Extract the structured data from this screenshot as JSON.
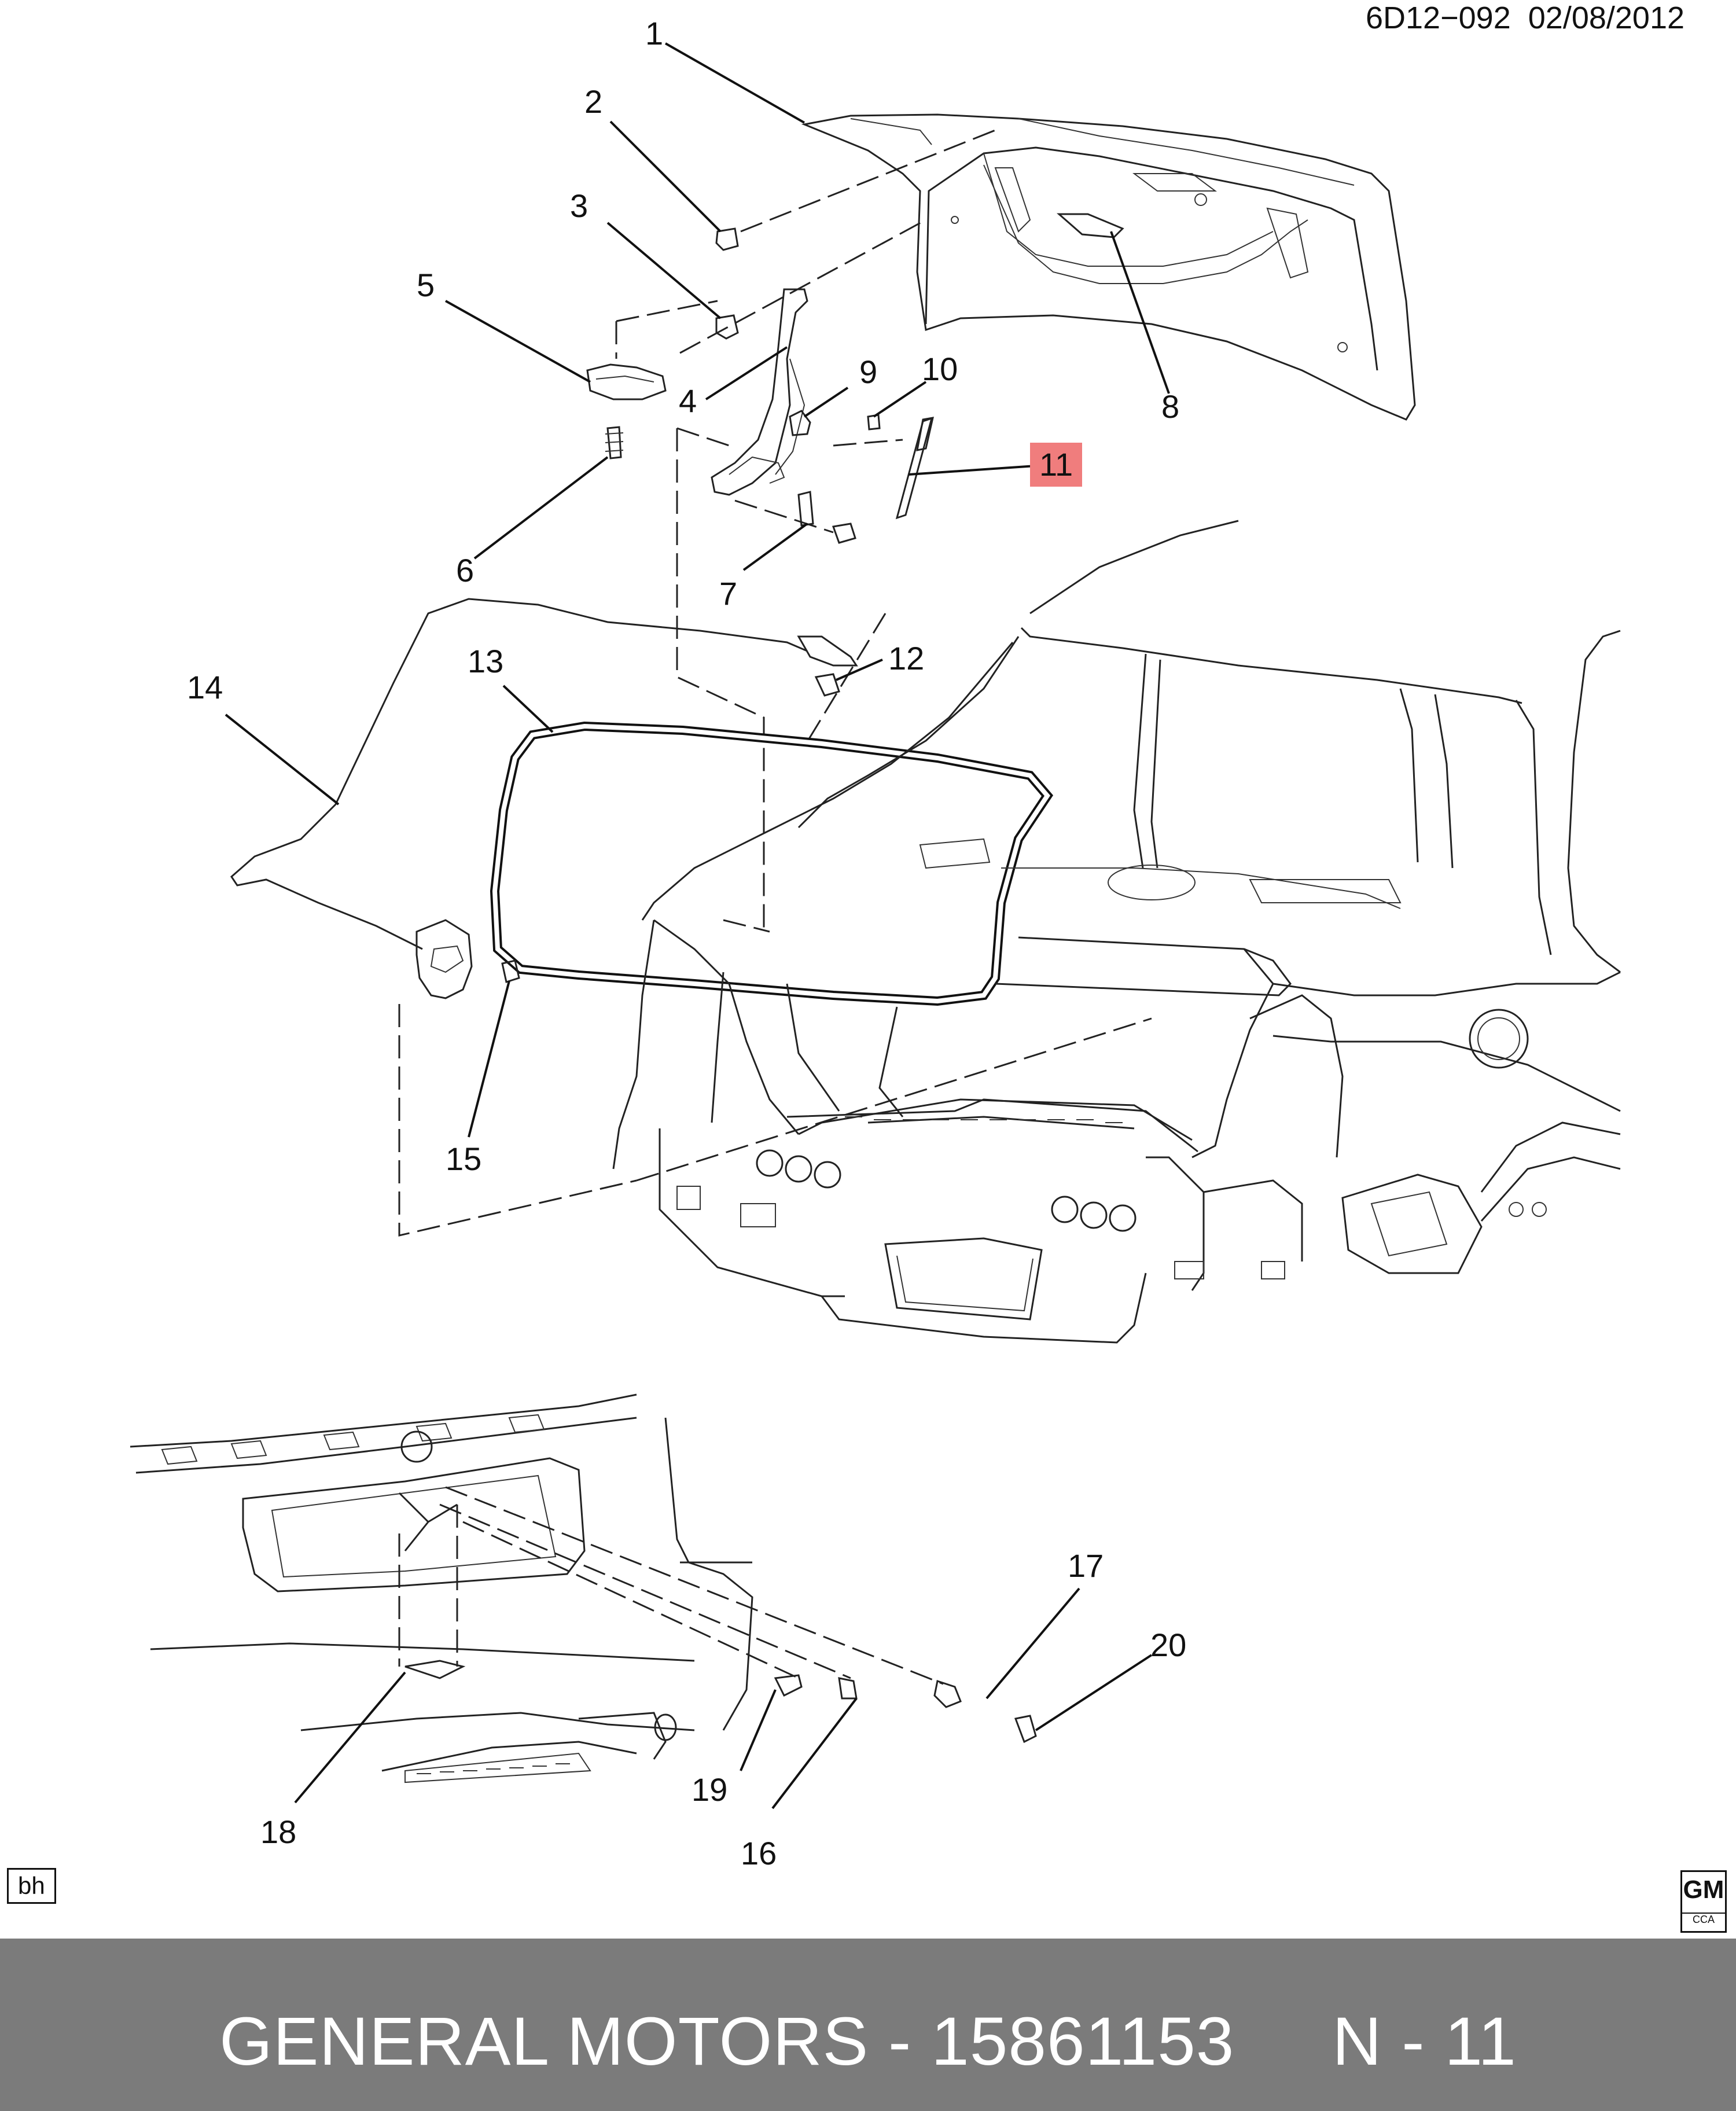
{
  "header": {
    "ref_code": "6D12−092",
    "date": "02/08/2012"
  },
  "callouts": [
    {
      "id": "1",
      "label": "1"
    },
    {
      "id": "2",
      "label": "2"
    },
    {
      "id": "3",
      "label": "3"
    },
    {
      "id": "4",
      "label": "4"
    },
    {
      "id": "5",
      "label": "5"
    },
    {
      "id": "6",
      "label": "6"
    },
    {
      "id": "7",
      "label": "7"
    },
    {
      "id": "8",
      "label": "8"
    },
    {
      "id": "9",
      "label": "9"
    },
    {
      "id": "10",
      "label": "10"
    },
    {
      "id": "11",
      "label": "11",
      "highlighted": true
    },
    {
      "id": "12",
      "label": "12"
    },
    {
      "id": "13",
      "label": "13"
    },
    {
      "id": "14",
      "label": "14"
    },
    {
      "id": "15",
      "label": "15"
    },
    {
      "id": "16",
      "label": "16"
    },
    {
      "id": "17",
      "label": "17"
    },
    {
      "id": "18",
      "label": "18"
    },
    {
      "id": "19",
      "label": "19"
    },
    {
      "id": "20",
      "label": "20"
    }
  ],
  "highlight_color": "#f07d7d",
  "corner_tag": "bh",
  "logo": {
    "mark": "GM",
    "sub": "CCA"
  },
  "footer": {
    "text": "GENERAL MOTORS - 15861153     N - 11",
    "background": "#7b7b7b"
  }
}
